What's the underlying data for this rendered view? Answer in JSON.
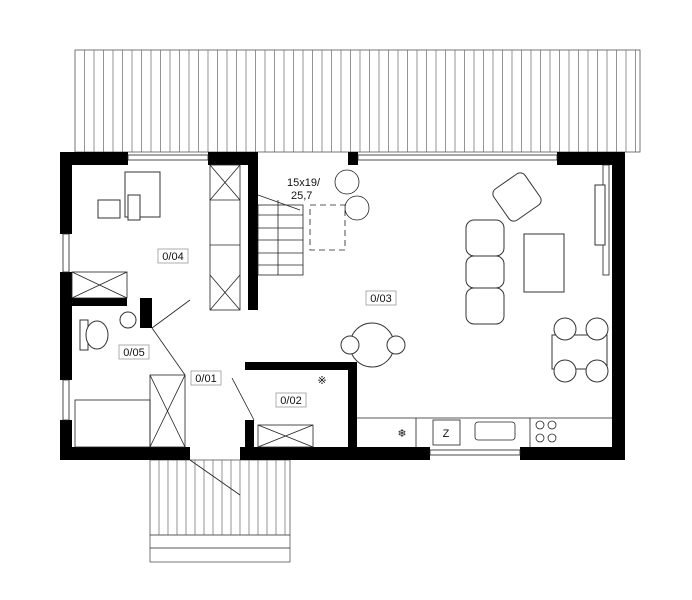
{
  "rooms": {
    "r0_01": "0/01",
    "r0_02": "0/02",
    "r0_03": "0/03",
    "r0_04": "0/04",
    "r0_05": "0/05"
  },
  "stairs": {
    "line1": "15x19/",
    "line2": "25,7"
  },
  "fridge_label": "Z",
  "colors": {
    "wall": "#000000",
    "line": "#222222",
    "background": "#ffffff"
  }
}
